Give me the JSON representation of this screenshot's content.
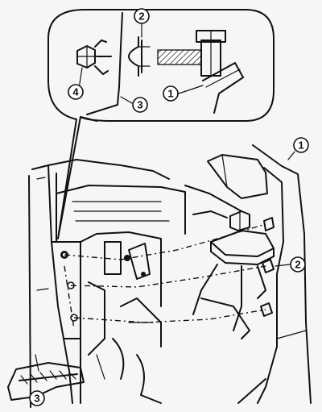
{
  "callouts": {
    "detail_fender": "1",
    "detail_clip": "2",
    "detail_panel": "3",
    "detail_nut": "4",
    "main_fender": "1",
    "main_clip": "2",
    "main_bracket": "3"
  }
}
